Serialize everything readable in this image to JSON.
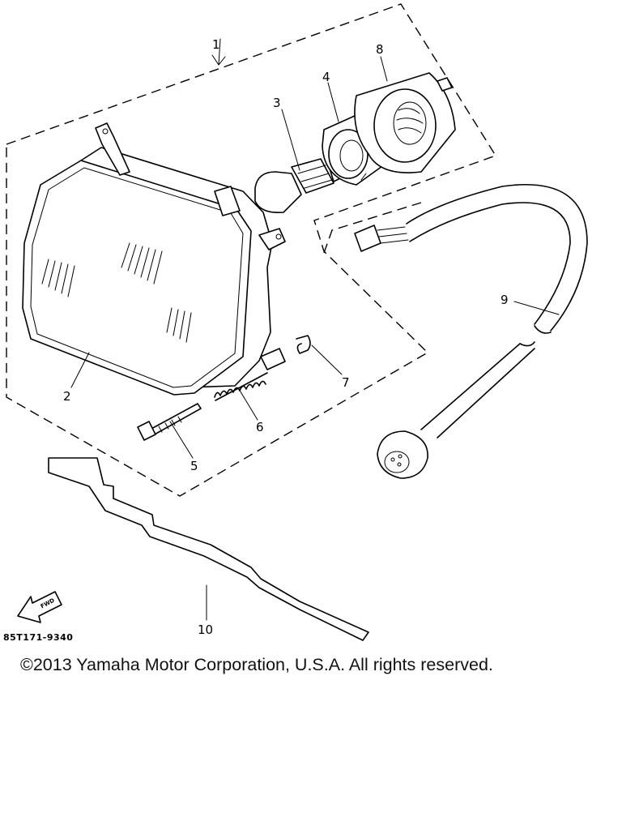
{
  "diagram": {
    "callouts": [
      {
        "id": "1",
        "label": "1"
      },
      {
        "id": "2",
        "label": "2"
      },
      {
        "id": "3",
        "label": "3"
      },
      {
        "id": "4",
        "label": "4"
      },
      {
        "id": "5",
        "label": "5"
      },
      {
        "id": "6",
        "label": "6"
      },
      {
        "id": "7",
        "label": "7"
      },
      {
        "id": "8",
        "label": "8"
      },
      {
        "id": "9",
        "label": "9"
      },
      {
        "id": "10",
        "label": "10"
      }
    ],
    "direction_arrow_label": "FWD",
    "reference_code": "85T171-9340"
  },
  "footer": {
    "copyright": "©2013 Yamaha Motor Corporation, U.S.A. All rights reserved."
  }
}
